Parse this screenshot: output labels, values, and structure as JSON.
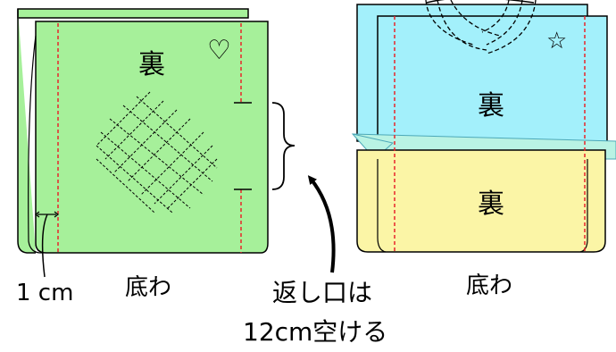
{
  "left_panel": {
    "side_label": "裏",
    "heart_symbol": "♡",
    "width_label": "1 cm",
    "bottom_label": "底わ",
    "opening_note_line1": "返し口は",
    "opening_note_line2": "12cm空ける"
  },
  "right_panel": {
    "upper_label": "裏",
    "lower_label": "裏",
    "star_symbol": "☆",
    "bottom_label": "底わ"
  },
  "colors": {
    "green_fabric": "#a6f09a",
    "cyan_fabric": "#a3f0fb",
    "yellow_fabric": "#fbf5a6",
    "stitch_red": "#e8252b",
    "outline": "#000000"
  }
}
